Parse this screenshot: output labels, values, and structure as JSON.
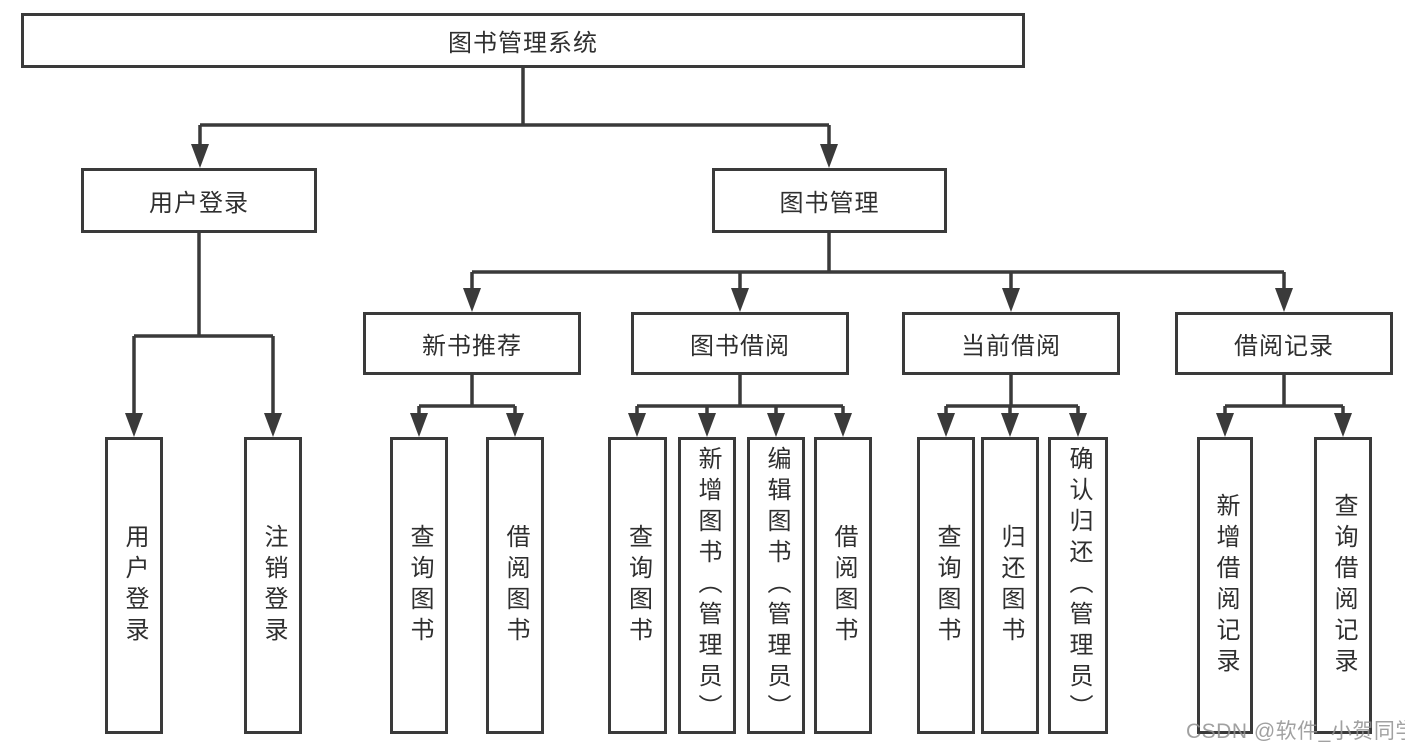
{
  "diagram": {
    "colors": {
      "background": "#ffffff",
      "line": "#3a3a3a",
      "text": "#2f2f2f",
      "watermark": "#919191"
    },
    "tree": {
      "root": {
        "label": "图书管理系统"
      },
      "branches": [
        {
          "label": "用户登录",
          "leaves": [
            "用户登录",
            "注销登录"
          ]
        },
        {
          "label": "图书管理",
          "sections": [
            {
              "label": "新书推荐",
              "leaves": [
                "查询图书",
                "借阅图书"
              ]
            },
            {
              "label": "图书借阅",
              "leaves": [
                "查询图书",
                "新增图书（管理员）",
                "编辑图书（管理员）",
                "借阅图书"
              ]
            },
            {
              "label": "当前借阅",
              "leaves": [
                "查询图书",
                "归还图书",
                "确认归还（管理员）"
              ]
            },
            {
              "label": "借阅记录",
              "leaves": [
                "新增借阅记录",
                "查询借阅记录"
              ]
            }
          ]
        }
      ]
    },
    "watermark": "CSDN @软件_小贺同学"
  }
}
